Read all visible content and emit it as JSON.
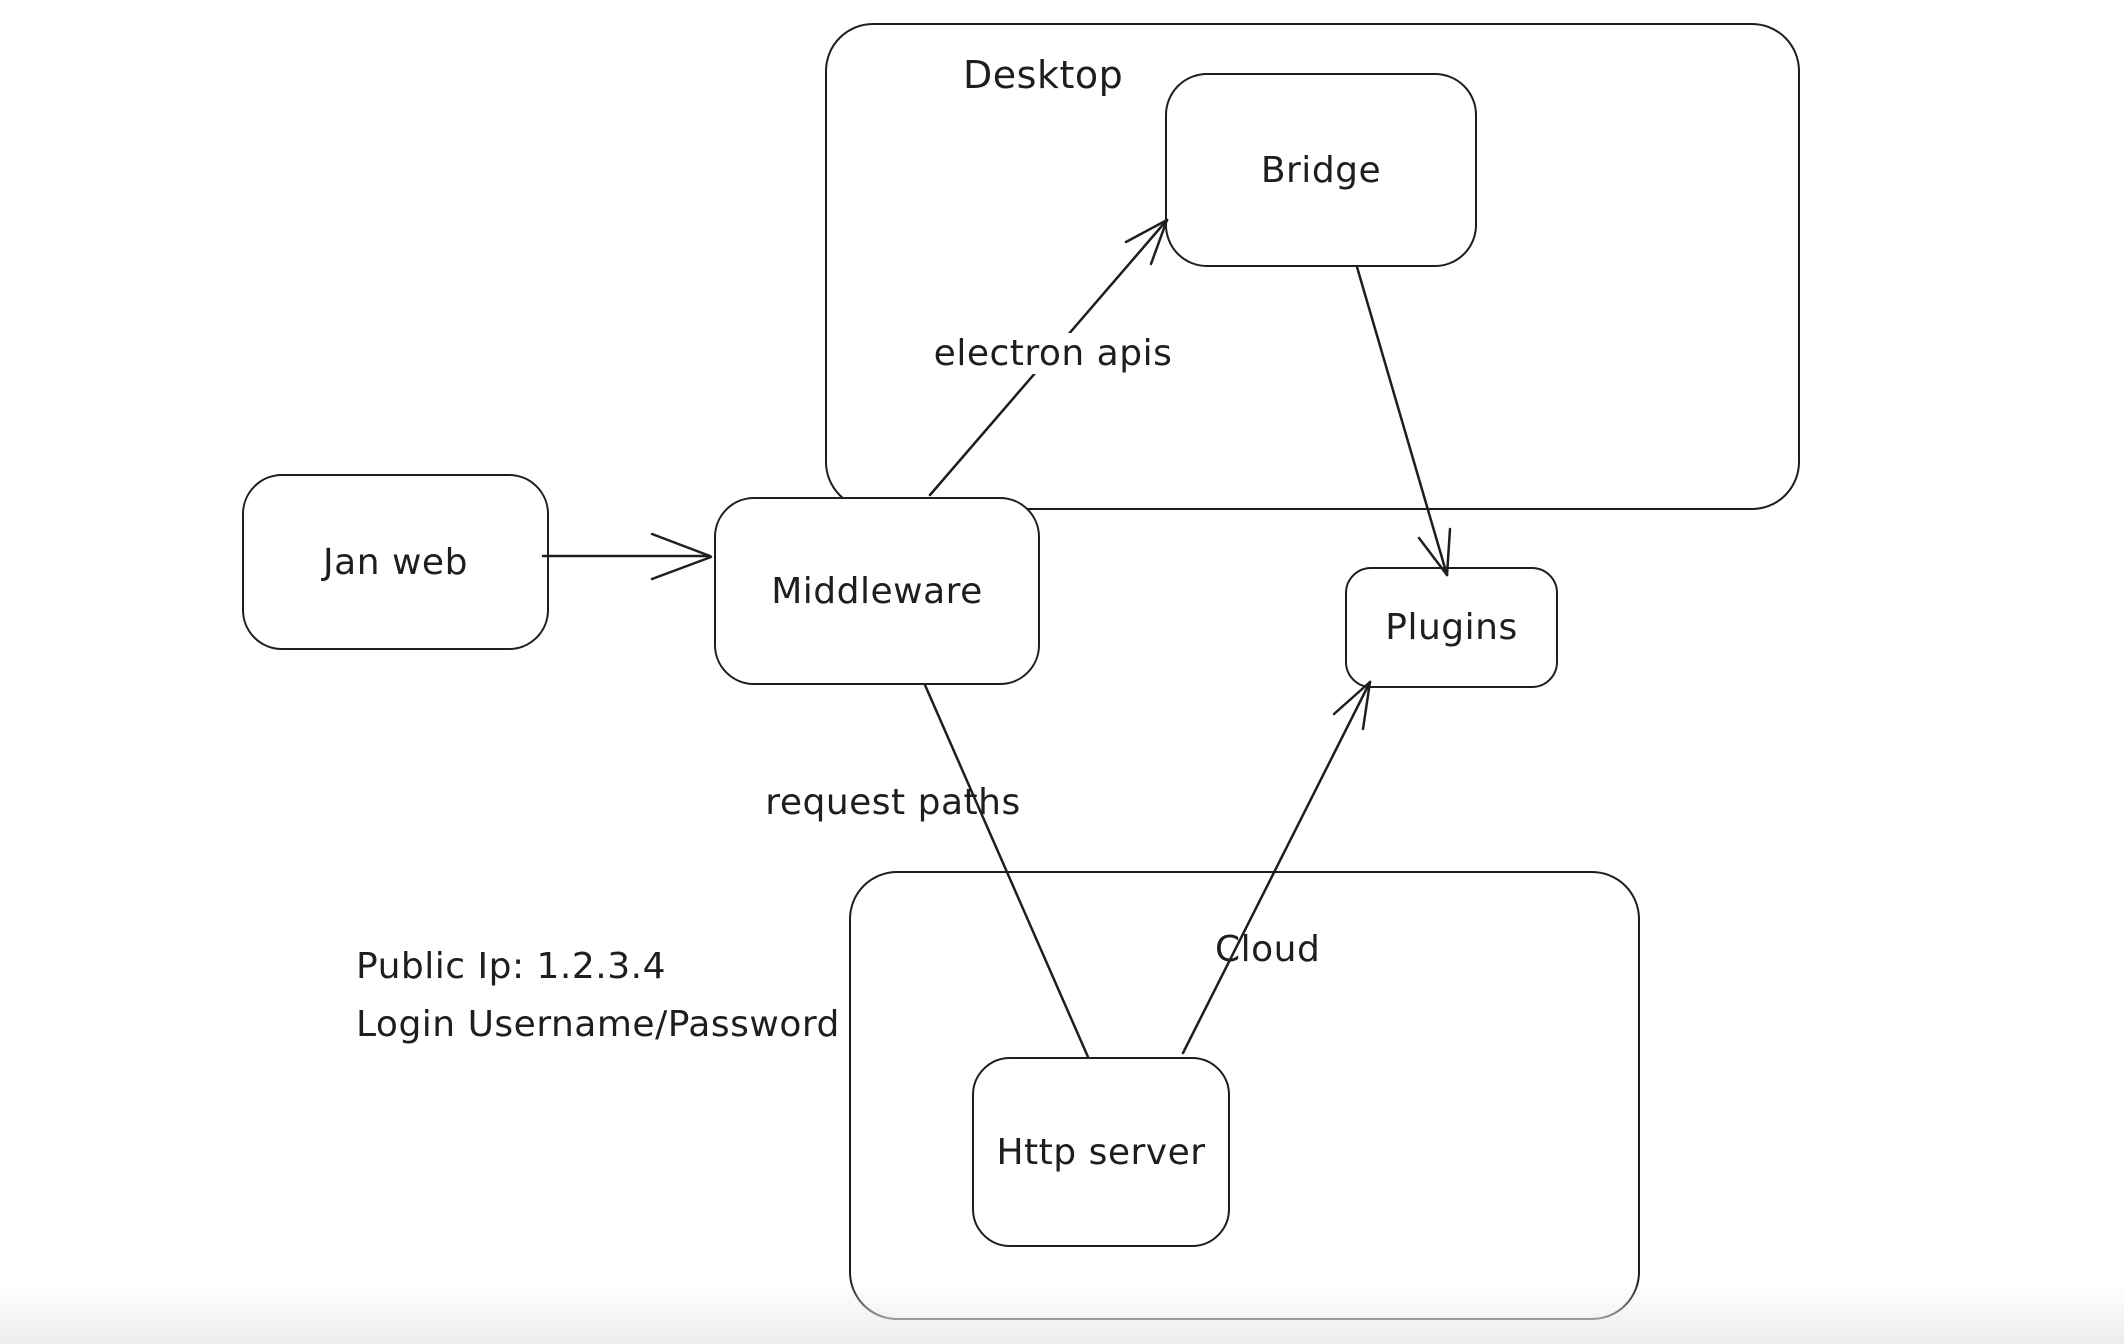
{
  "canvas": {
    "background": "#ffffff",
    "stroke_color": "#1e1e1e"
  },
  "containers": [
    {
      "id": "desktop",
      "label": "Desktop"
    },
    {
      "id": "cloud",
      "label": "Cloud"
    }
  ],
  "nodes": [
    {
      "id": "jan-web",
      "label": "Jan web"
    },
    {
      "id": "middleware",
      "label": "Middleware"
    },
    {
      "id": "bridge",
      "label": "Bridge"
    },
    {
      "id": "plugins",
      "label": "Plugins"
    },
    {
      "id": "http-server",
      "label": "Http server"
    }
  ],
  "edges": [
    {
      "from": "Jan web",
      "to": "Middleware",
      "label": "",
      "arrowhead": "end"
    },
    {
      "from": "Middleware",
      "to": "Bridge",
      "label": "electron apis",
      "arrowhead": "end"
    },
    {
      "from": "Bridge",
      "to": "Plugins",
      "label": "",
      "arrowhead": "end"
    },
    {
      "from": "Middleware",
      "to": "Http server",
      "label": "request paths",
      "arrowhead": "none"
    },
    {
      "from": "Http server",
      "to": "Plugins",
      "label": "",
      "arrowhead": "end"
    }
  ],
  "annotations": [
    {
      "id": "cloud-access-note",
      "lines": [
        "Public Ip: 1.2.3.4",
        "Login Username/Password"
      ]
    }
  ]
}
